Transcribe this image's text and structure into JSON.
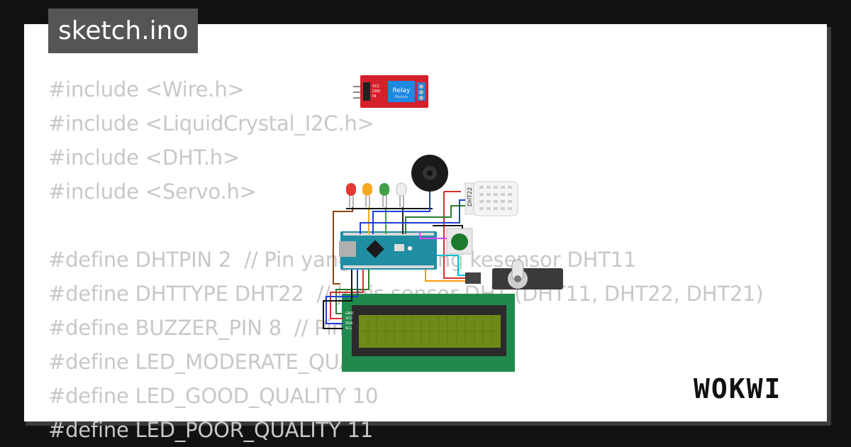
{
  "title": "sketch.ino",
  "brand": "WOKWI",
  "code_lines": [
    "#include <Wire.h>",
    "#include <LiquidCrystal_I2C.h>",
    "#include <DHT.h>",
    "#include <Servo.h>",
    "",
    "#define DHTPIN 2  // Pin yang terhubung kesensor DHT11",
    "#define DHTTYPE DHT22  // Jenis sensor DHT (DHT11, DHT22, DHT21)",
    "#define BUZZER_PIN 8  // Pin buzzer",
    "#define LED_MODERATE_QUALITY 11",
    "#define LED_GOOD_QUALITY 10",
    "#define LED_POOR_QUALITY 11"
  ],
  "relay": {
    "title": "Relay",
    "subtitle": "Module",
    "pins": [
      "VCC",
      "GND",
      "IN"
    ]
  },
  "dht_label": "DHT22",
  "lcd_pins": [
    "GND",
    "VCC",
    "SDA",
    "SCL"
  ],
  "colors": {
    "background": "#111111",
    "card": "#ffffff",
    "code_text": "#c8c8c8",
    "title_bg": "#555555",
    "board": "#1f8ea3",
    "lcd_pcb": "#1f8a4c",
    "lcd_screen": "#6e8a18",
    "relay_pcb": "#d5202c"
  }
}
